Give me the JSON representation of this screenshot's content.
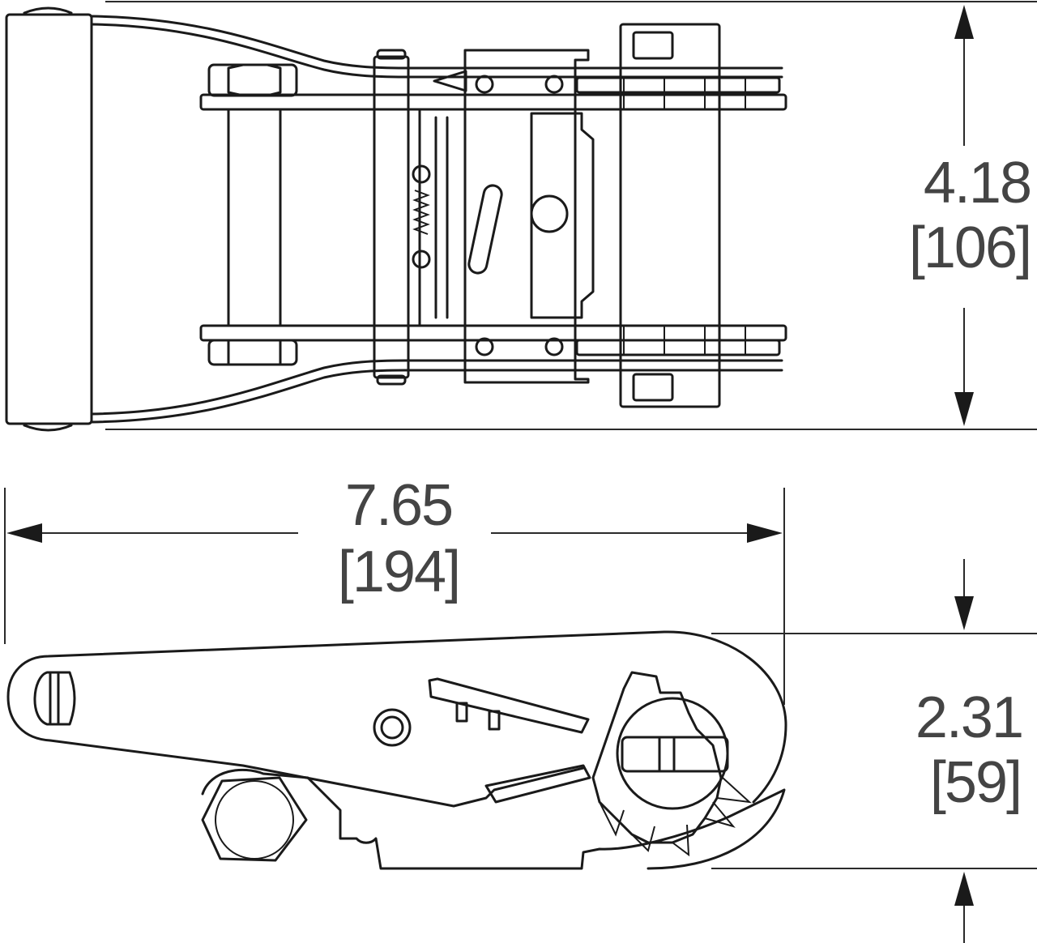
{
  "dimensions": {
    "height_top_view": {
      "inches": "4.18",
      "mm": "[106]"
    },
    "overall_length": {
      "inches": "7.65",
      "mm": "[194]"
    },
    "height_side_view": {
      "inches": "2.31",
      "mm": "[59]"
    }
  },
  "colors": {
    "line": "#1a1a1a",
    "dimension_text": "#444444",
    "background": "#ffffff"
  }
}
